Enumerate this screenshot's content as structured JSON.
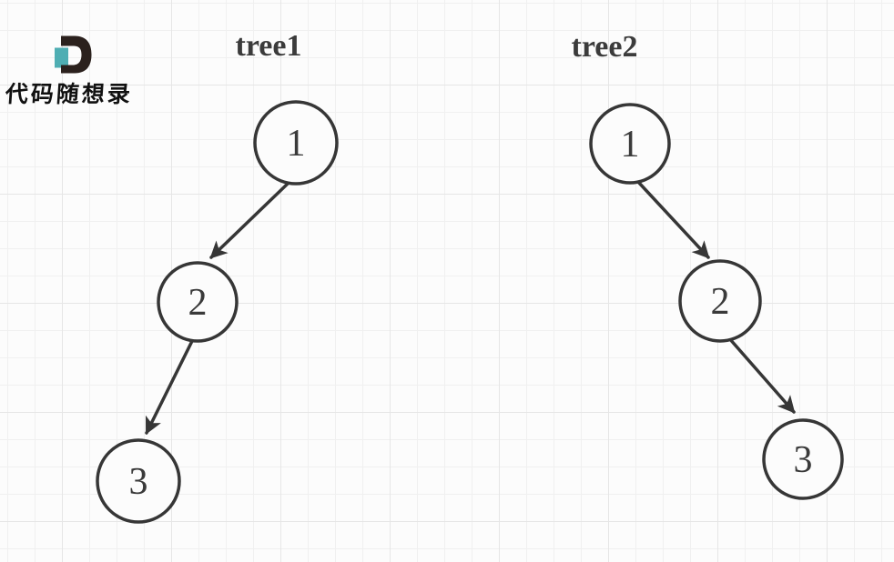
{
  "logo": {
    "brand_letter": "D",
    "brand_text": "代码随想录",
    "accent_color": "#4faeb3",
    "letter_color": "#2b211d"
  },
  "diagram": {
    "stroke_color": "#363636",
    "node_fill": "#fcfcfc",
    "trees": [
      {
        "label": "tree1",
        "nodes": [
          {
            "value": "1"
          },
          {
            "value": "2"
          },
          {
            "value": "3"
          }
        ],
        "edges": [
          {
            "from": "1",
            "to": "2",
            "direction": "left-child"
          },
          {
            "from": "2",
            "to": "3",
            "direction": "left-child"
          }
        ]
      },
      {
        "label": "tree2",
        "nodes": [
          {
            "value": "1"
          },
          {
            "value": "2"
          },
          {
            "value": "3"
          }
        ],
        "edges": [
          {
            "from": "1",
            "to": "2",
            "direction": "right-child"
          },
          {
            "from": "2",
            "to": "3",
            "direction": "right-child"
          }
        ]
      }
    ]
  }
}
